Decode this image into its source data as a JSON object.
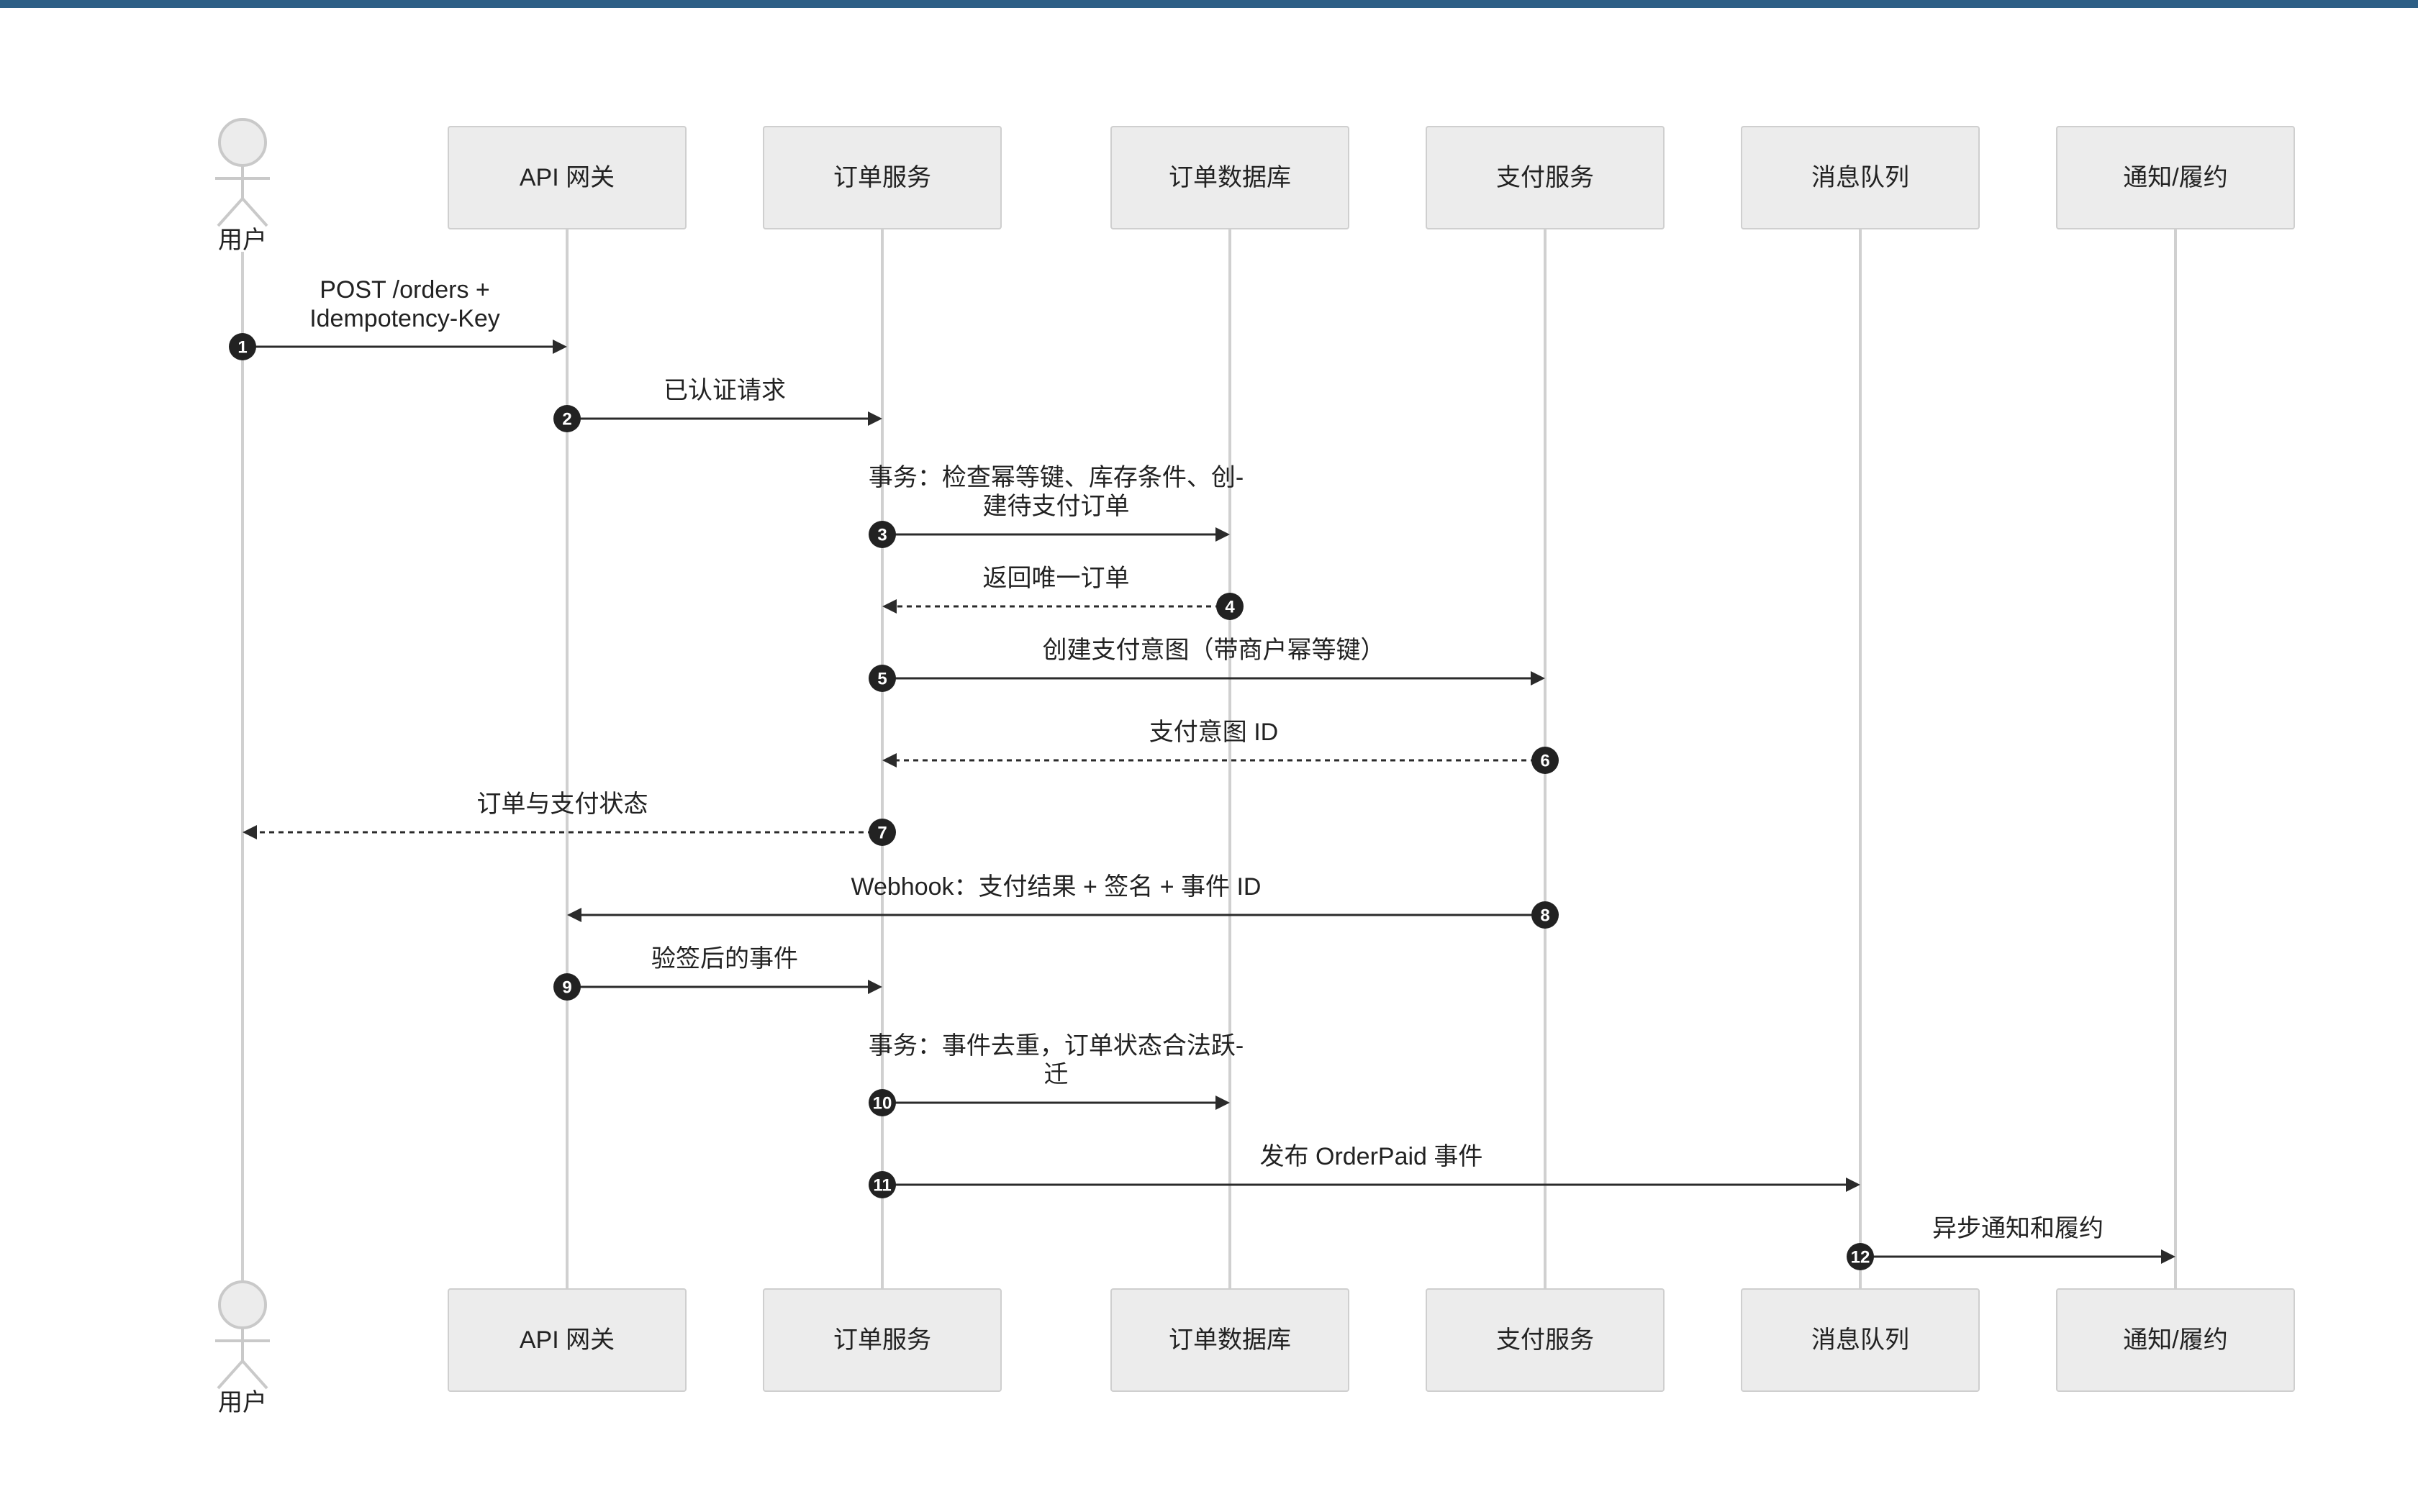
{
  "participants": [
    {
      "id": "user",
      "label": "用户",
      "type": "actor"
    },
    {
      "id": "gateway",
      "label": "API 网关",
      "type": "box"
    },
    {
      "id": "order",
      "label": "订单服务",
      "type": "box"
    },
    {
      "id": "orderdb",
      "label": "订单数据库",
      "type": "box"
    },
    {
      "id": "payment",
      "label": "支付服务",
      "type": "box"
    },
    {
      "id": "mq",
      "label": "消息队列",
      "type": "box"
    },
    {
      "id": "notify",
      "label": "通知/履约",
      "type": "box"
    }
  ],
  "messages": [
    {
      "num": "1",
      "from": "user",
      "to": "gateway",
      "lines": [
        "POST /orders +",
        "Idempotency-Key"
      ],
      "style": "solid"
    },
    {
      "num": "2",
      "from": "gateway",
      "to": "order",
      "lines": [
        "已认证请求"
      ],
      "style": "solid"
    },
    {
      "num": "3",
      "from": "order",
      "to": "orderdb",
      "lines": [
        "事务：检查幂等键、库存条件、创-",
        "建待支付订单"
      ],
      "style": "solid"
    },
    {
      "num": "4",
      "from": "orderdb",
      "to": "order",
      "lines": [
        "返回唯一订单"
      ],
      "style": "dashed"
    },
    {
      "num": "5",
      "from": "order",
      "to": "payment",
      "lines": [
        "创建支付意图（带商户幂等键）"
      ],
      "style": "solid"
    },
    {
      "num": "6",
      "from": "payment",
      "to": "order",
      "lines": [
        "支付意图 ID"
      ],
      "style": "dashed"
    },
    {
      "num": "7",
      "from": "order",
      "to": "user",
      "lines": [
        "订单与支付状态"
      ],
      "style": "dashed"
    },
    {
      "num": "8",
      "from": "payment",
      "to": "gateway",
      "lines": [
        "Webhook：支付结果 + 签名 + 事件 ID"
      ],
      "style": "solid"
    },
    {
      "num": "9",
      "from": "gateway",
      "to": "order",
      "lines": [
        "验签后的事件"
      ],
      "style": "solid"
    },
    {
      "num": "10",
      "from": "order",
      "to": "orderdb",
      "lines": [
        "事务：事件去重，订单状态合法跃-",
        "迁"
      ],
      "style": "solid"
    },
    {
      "num": "11",
      "from": "order",
      "to": "mq",
      "lines": [
        "发布 OrderPaid 事件"
      ],
      "style": "solid"
    },
    {
      "num": "12",
      "from": "mq",
      "to": "notify",
      "lines": [
        "异步通知和履约"
      ],
      "style": "solid"
    }
  ]
}
